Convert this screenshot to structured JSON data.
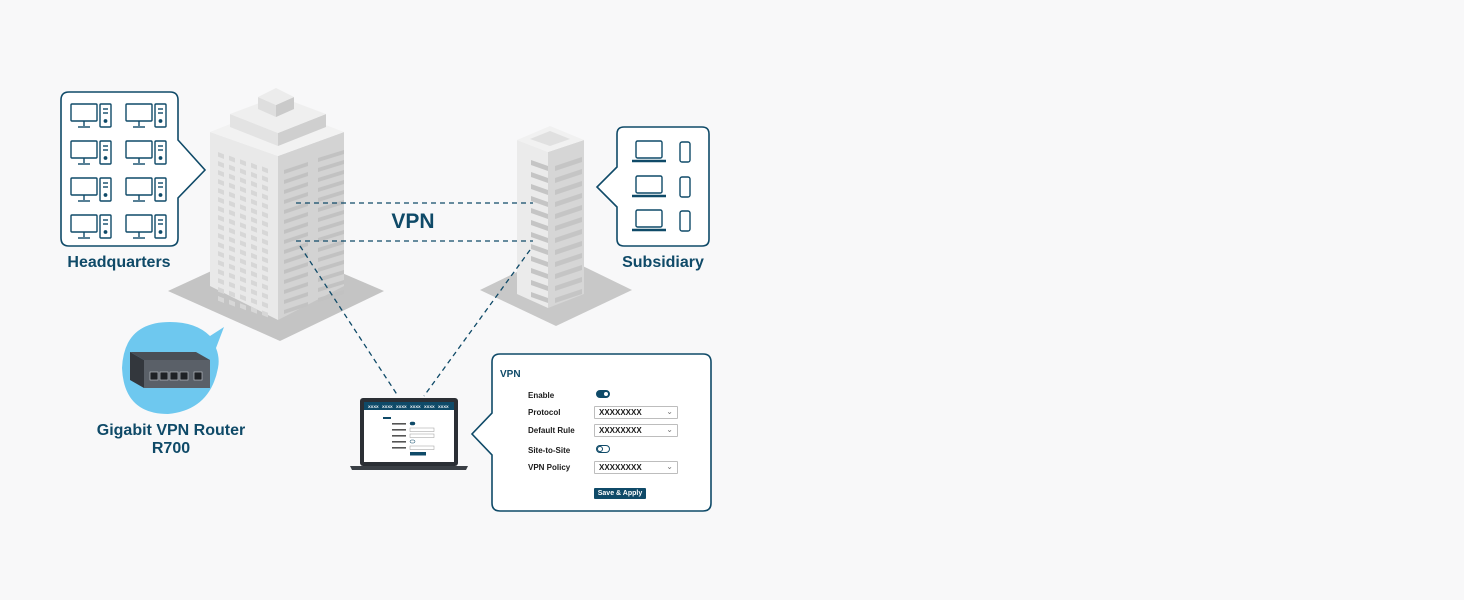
{
  "labels": {
    "vpn": "VPN",
    "headquarters": "Headquarters",
    "subsidiary": "Subsidiary",
    "router_line1": "Gigabit VPN Router",
    "router_line2": "R700"
  },
  "colors": {
    "accent": "#0f4a68",
    "router_bubble": "#6ec8ef",
    "building": "#d9d9d9",
    "background": "#f8f8f9"
  },
  "icons": {
    "headquarters_callout": [
      "desktop-computer-icon"
    ],
    "subsidiary_callout": [
      "laptop-icon",
      "smartphone-icon"
    ]
  },
  "vpn_panel": {
    "title": "VPN",
    "enable_label": "Enable",
    "enable_state": "on",
    "protocol_label": "Protocol",
    "protocol_value": "XXXXXXXX",
    "default_rule_label": "Default Rule",
    "default_rule_value": "XXXXXXXX",
    "site_to_site_label": "Site-to-Site",
    "site_to_site_state": "off",
    "vpn_policy_label": "VPN Policy",
    "vpn_policy_value": "XXXXXXXX",
    "save_label": "Save & Apply"
  },
  "laptop_screen": {
    "tab_text": "XXXX"
  }
}
